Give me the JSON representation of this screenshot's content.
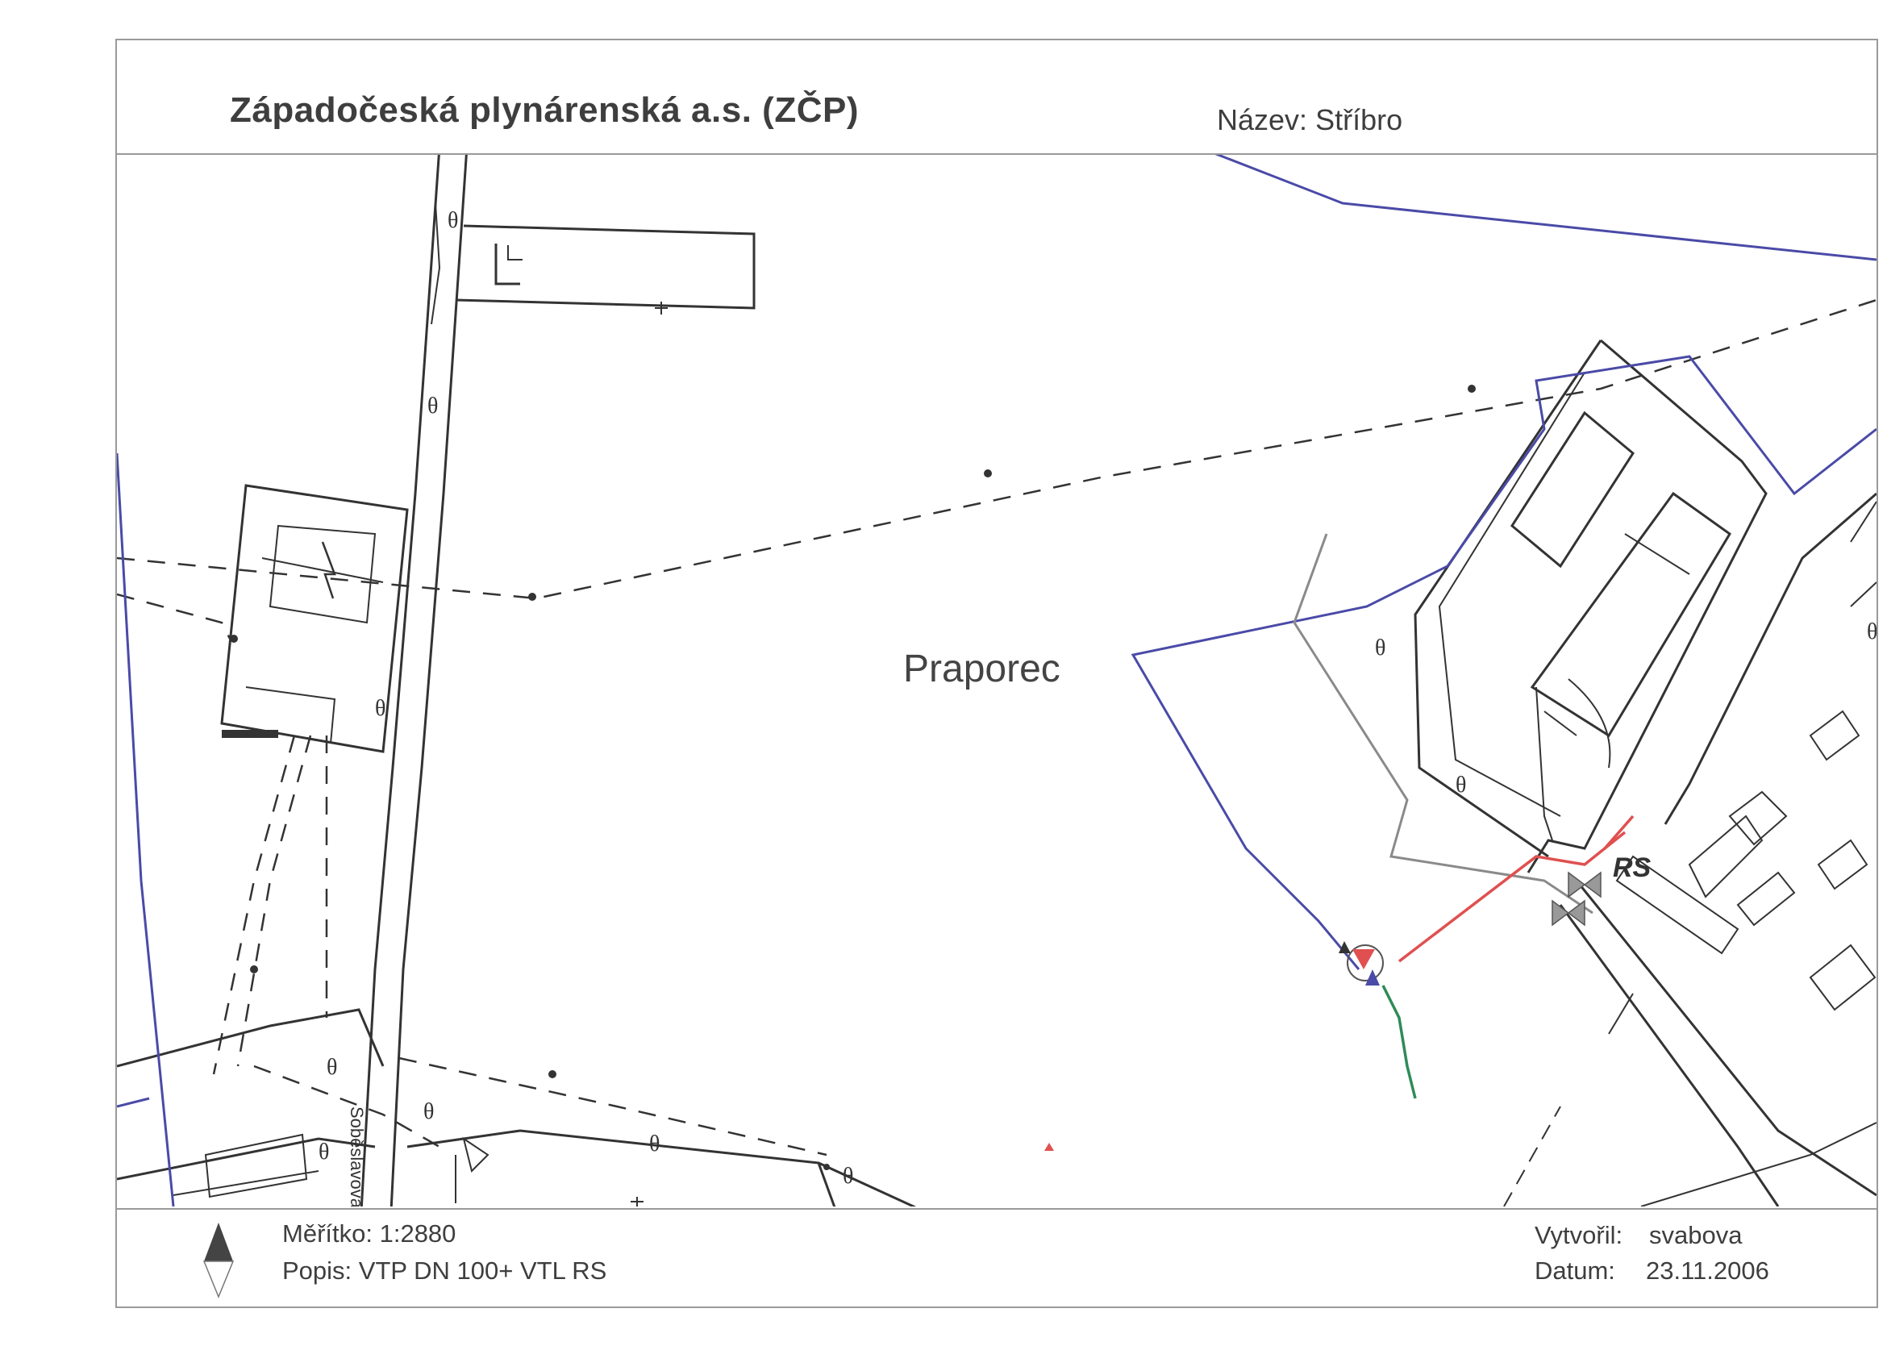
{
  "header": {
    "company": "Západočeská plynárenská a.s. (ZČP)",
    "name_label": "Název:",
    "name_value": "Stříbro"
  },
  "map": {
    "place_label": "Praporec",
    "street_label": "Soběslavova",
    "station_label": "RS",
    "colors": {
      "parcel_boundary": "#4a4aa8",
      "gas_pipe_red": "#e05050",
      "gas_pipe_green": "#2e8b57",
      "line_black": "#333333",
      "line_grey": "#8a8a8a"
    }
  },
  "footer": {
    "scale_label": "Měřítko:",
    "scale_value": "1:2880",
    "desc_label": "Popis:",
    "desc_value": "VTP DN 100+ VTL RS",
    "author_label": "Vytvořil:",
    "author_value": "svabova",
    "date_label": "Datum:",
    "date_value": "23.11.2006",
    "north_icon": "north-arrow-icon"
  }
}
